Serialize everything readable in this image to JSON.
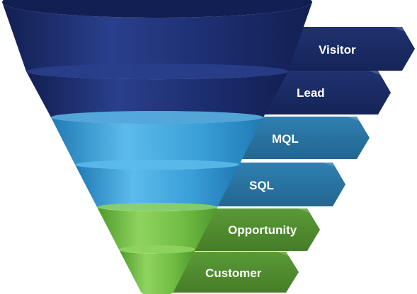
{
  "funnel": {
    "stages": [
      {
        "label": "Visitor",
        "color": "#1c2d6e",
        "color_dark": "#121f52",
        "color_light": "#2a3f8c",
        "ribbon": "#1f3270",
        "ribbon_dark": "#152458"
      },
      {
        "label": "Lead",
        "color": "#1c2d6e",
        "color_dark": "#121f52",
        "color_light": "#2a3f8c",
        "ribbon": "#1f3270",
        "ribbon_dark": "#152458"
      },
      {
        "label": "MQL",
        "color": "#3aa0d8",
        "color_dark": "#2079b4",
        "color_light": "#5cbbea",
        "ribbon": "#2f7fb0",
        "ribbon_dark": "#236690"
      },
      {
        "label": "SQL",
        "color": "#3aa0d8",
        "color_dark": "#2079b4",
        "color_light": "#5cbbea",
        "ribbon": "#2f7fb0",
        "ribbon_dark": "#236690"
      },
      {
        "label": "Opportunity",
        "color": "#72be45",
        "color_dark": "#4e9a2c",
        "color_light": "#8fd35e",
        "ribbon": "#5a9a36",
        "ribbon_dark": "#467d28"
      },
      {
        "label": "Customer",
        "color": "#72be45",
        "color_dark": "#4e9a2c",
        "color_light": "#8fd35e",
        "ribbon": "#5a9a36",
        "ribbon_dark": "#467d28"
      }
    ]
  }
}
